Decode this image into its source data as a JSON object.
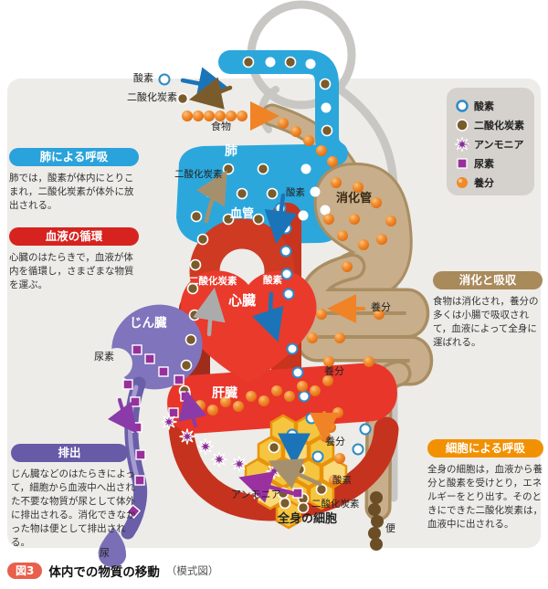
{
  "figure": {
    "badge": "図3",
    "title": "体内での物質の移動",
    "subtitle": "（模式図）"
  },
  "legend": {
    "items": [
      {
        "name": "oxygen",
        "label": "酸素"
      },
      {
        "name": "carbon-dioxide",
        "label": "二酸化炭素"
      },
      {
        "name": "ammonia",
        "label": "アンモニア"
      },
      {
        "name": "urea",
        "label": "尿素"
      },
      {
        "name": "nutrient",
        "label": "養分"
      }
    ]
  },
  "boxes": {
    "lung": {
      "title": "肺による呼吸",
      "body": "肺では，酸素が体内にとりこまれ，二酸化炭素が体外に放出される。"
    },
    "circulation": {
      "title": "血液の循環",
      "body": "心臓のはたらきで，血液が体内を循環し，さまざまな物質を運ぶ。"
    },
    "excretion": {
      "title": "排出",
      "body": "じん臓などのはたらきによって，細胞から血液中へ出された不要な物質が尿として体外に排出される。消化できなかった物は便として排出される。"
    },
    "digestion": {
      "title": "消化と吸収",
      "body": "食物は消化され，養分の多くは小腸で吸収されて，血液によって全身に運ばれる。"
    },
    "cell": {
      "title": "細胞による呼吸",
      "body": "全身の細胞は，血液から養分と酸素を受けとり，エネルギーをとり出す。そのときにできた二酸化炭素は，血液中に出される。"
    }
  },
  "labels": {
    "oxygen_in": "酸素",
    "co2_out": "二酸化炭素",
    "food": "食物",
    "lung": "肺",
    "co2_lung": "二酸化炭素",
    "o2_lung": "酸素",
    "vessel": "血管",
    "digestive_tract": "消化管",
    "co2_heart": "二酸化炭素",
    "o2_heart": "酸素",
    "heart": "心臓",
    "kidney": "じん臓",
    "urea": "尿素",
    "nutrient_intestine": "養分",
    "nutrient_portal": "養分",
    "nutrient_cells": "養分",
    "liver": "肝臓",
    "ammonia": "アンモニア",
    "o2_cells": "酸素",
    "co2_cells": "二酸化炭素",
    "body_cells": "全身の細胞",
    "feces": "便",
    "urine": "尿"
  },
  "colors": {
    "oxygen_ring": "#2E8AC8",
    "carbon_dioxide": "#7A5B2B",
    "ammonia": "#8B2F96",
    "urea": "#98309B",
    "nutrient": "#F08A28",
    "lung_blue": "#2BA7DC",
    "blood_red": "#E8382C",
    "vessel_dark_red": "#A02C1B",
    "kidney_purple": "#8074BC",
    "digestive_tan": "#C8AE8A",
    "header_lung": "#2AA2DB",
    "header_circulation": "#D6231F",
    "header_excretion": "#675AA7",
    "header_digestion": "#A98A5B",
    "header_cell": "#F29100",
    "badge_red": "#E8604C"
  }
}
